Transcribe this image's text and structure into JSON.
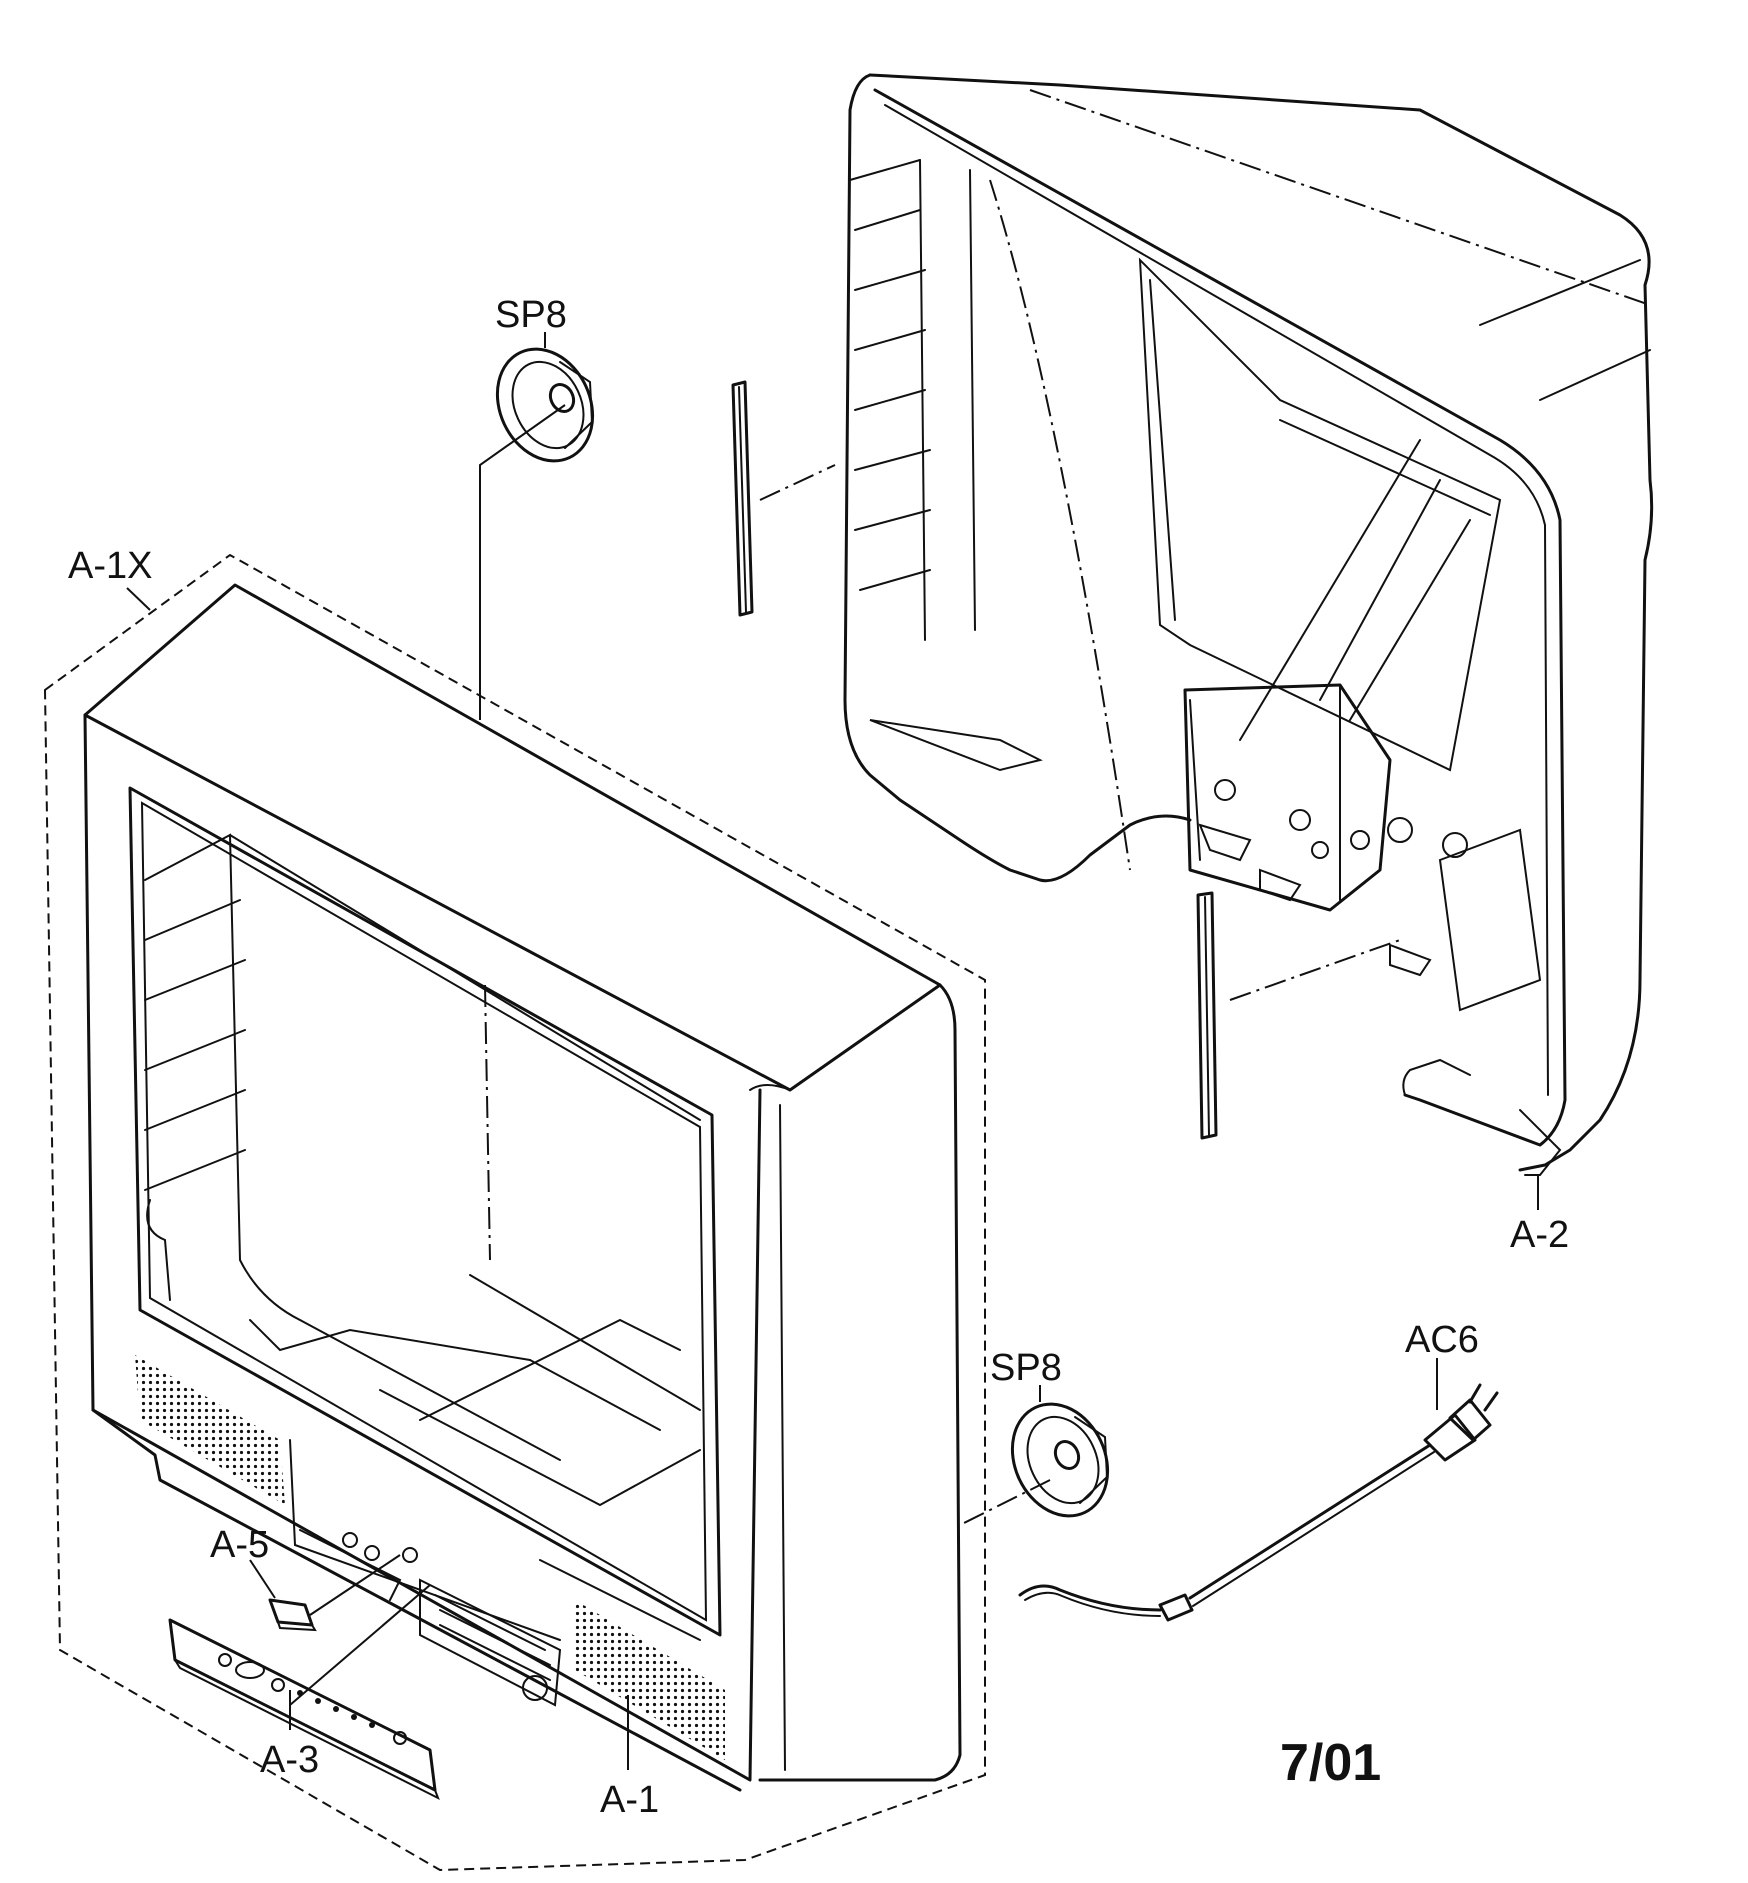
{
  "labels": {
    "front_cabinet_assembly": "A-1X",
    "speaker_top": "SP8",
    "speaker_bottom": "SP8",
    "rear_cabinet": "A-2",
    "power_cord": "AC6",
    "button": "A-5",
    "control_panel": "A-3",
    "front_cabinet": "A-1"
  },
  "date_code": "7/01"
}
